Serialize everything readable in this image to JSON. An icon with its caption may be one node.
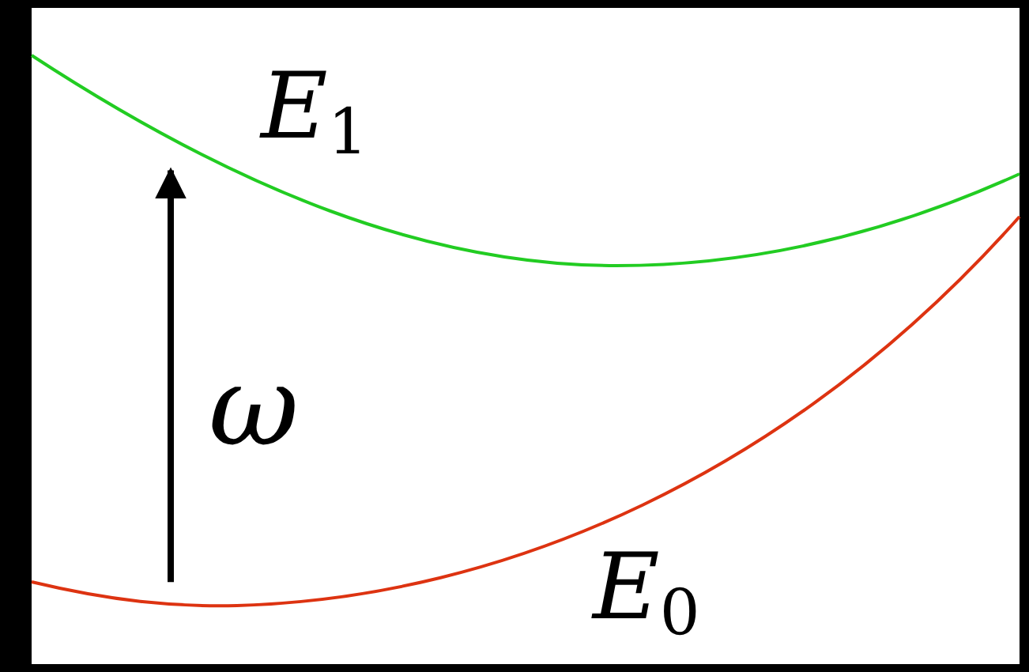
{
  "diagram": {
    "nodes": [
      {
        "text": [
          "*E*$_{1}$"
        ]
      },
      {
        "text": [
          "*E*$_{0}$"
        ]
      }
    ],
    "edges": [
      {
        "from": 1,
        "to": 0,
        "arrow": "to",
        "label": "ω"
      }
    ]
  }
}
